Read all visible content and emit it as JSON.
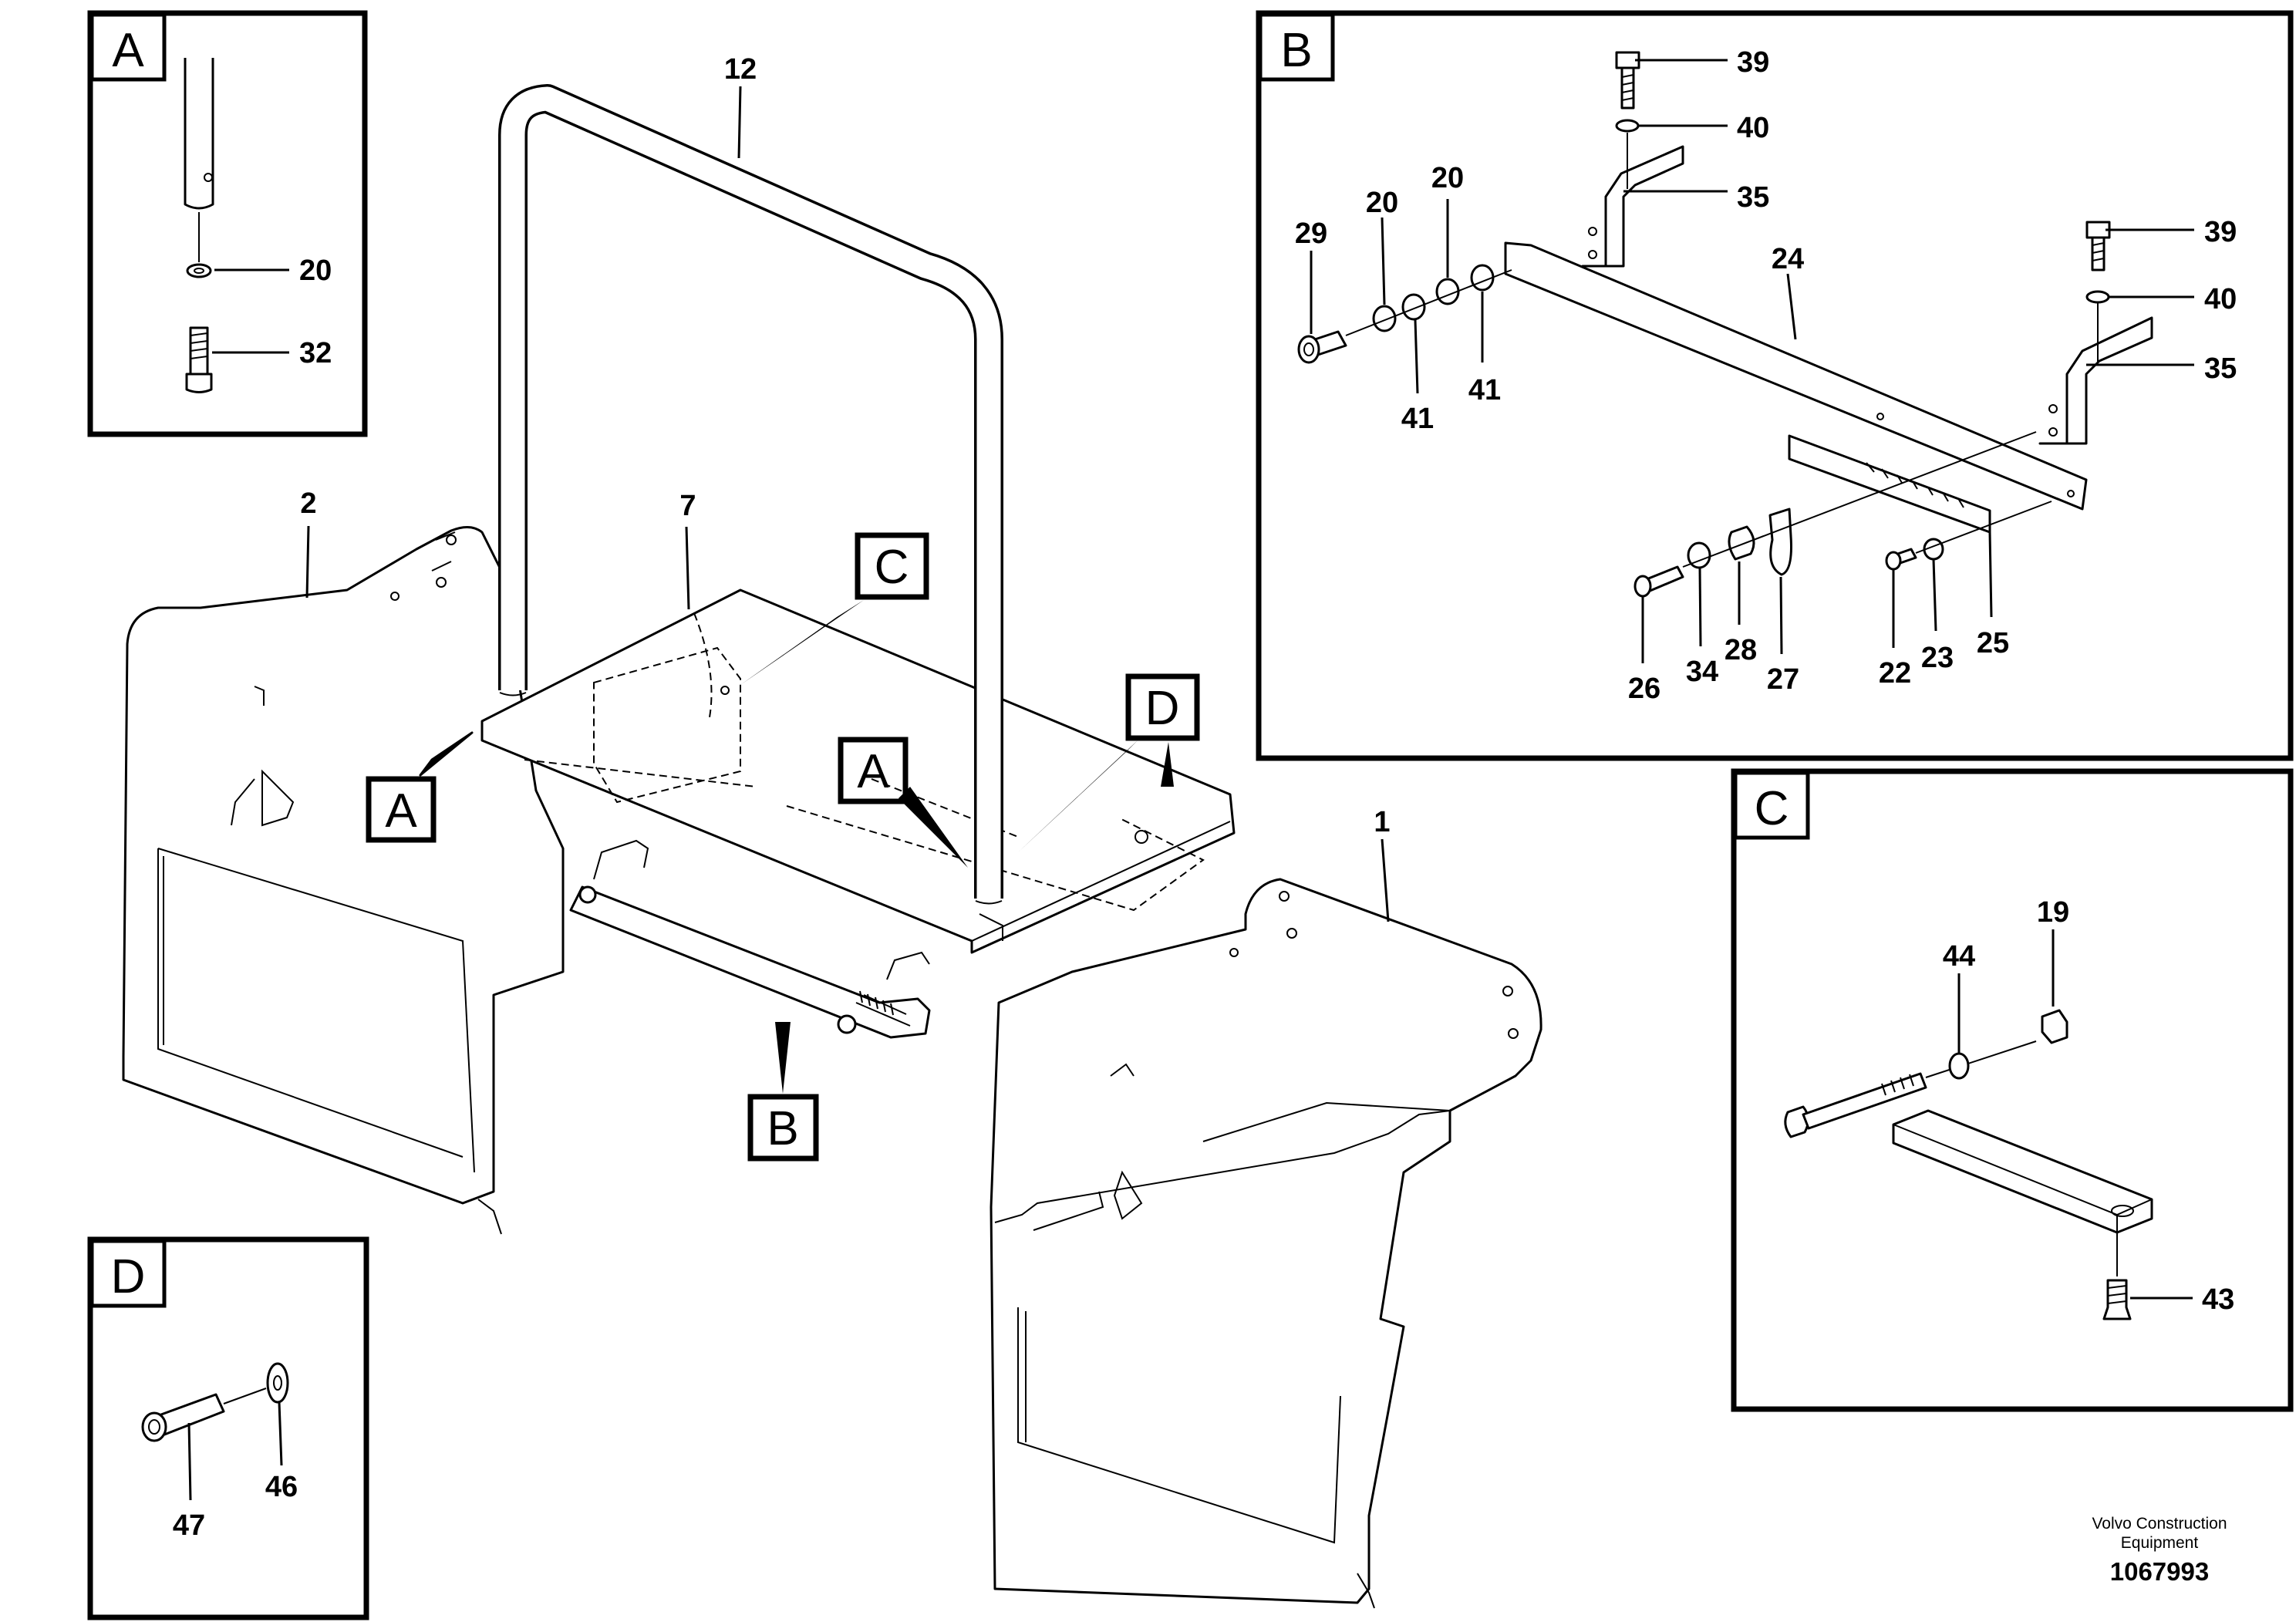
{
  "diagram": {
    "callouts": {
      "c1": "1",
      "c2": "2",
      "c7": "7",
      "c12": "12",
      "ref_a_left": "A",
      "ref_a_right": "A",
      "ref_b": "B",
      "ref_c": "C",
      "ref_d": "D"
    },
    "panel_a": {
      "title": "A",
      "labels": [
        "20",
        "32"
      ]
    },
    "panel_b": {
      "title": "B",
      "labels": [
        "39",
        "40",
        "35",
        "20",
        "20",
        "29",
        "41",
        "41",
        "24",
        "39",
        "40",
        "35",
        "26",
        "34",
        "28",
        "27",
        "22",
        "23",
        "25"
      ]
    },
    "panel_c": {
      "title": "C",
      "labels": [
        "19",
        "44",
        "43"
      ]
    },
    "panel_d": {
      "title": "D",
      "labels": [
        "47",
        "46"
      ]
    },
    "credit": {
      "line1": "Volvo Construction",
      "line2": "Equipment"
    },
    "document_number": "1067993"
  }
}
